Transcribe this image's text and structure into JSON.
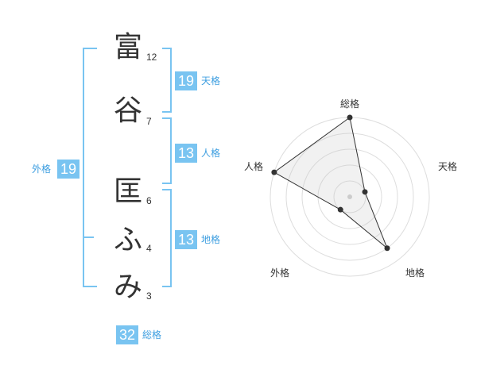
{
  "name": {
    "chars": [
      {
        "char": "富",
        "strokes": "12"
      },
      {
        "char": "谷",
        "strokes": "7"
      },
      {
        "char": "匡",
        "strokes": "6"
      },
      {
        "char": "ふ",
        "strokes": "4"
      },
      {
        "char": "み",
        "strokes": "3"
      }
    ]
  },
  "kaku": {
    "tenkaku": {
      "value": "19",
      "label": "天格"
    },
    "jinkaku": {
      "value": "13",
      "label": "人格"
    },
    "chikaku": {
      "value": "13",
      "label": "地格"
    },
    "gaikaku": {
      "value": "19",
      "label": "外格"
    },
    "soukaku": {
      "value": "32",
      "label": "総格"
    }
  },
  "colors": {
    "accent": "#79c4f1",
    "label_blue": "#3d9ee0",
    "text": "#333333"
  },
  "chart_data": {
    "type": "radar",
    "axes": [
      "総格",
      "天格",
      "地格",
      "外格",
      "人格"
    ],
    "values": [
      5,
      1,
      4,
      1,
      5
    ],
    "range": [
      0,
      5
    ],
    "rings": 5
  }
}
